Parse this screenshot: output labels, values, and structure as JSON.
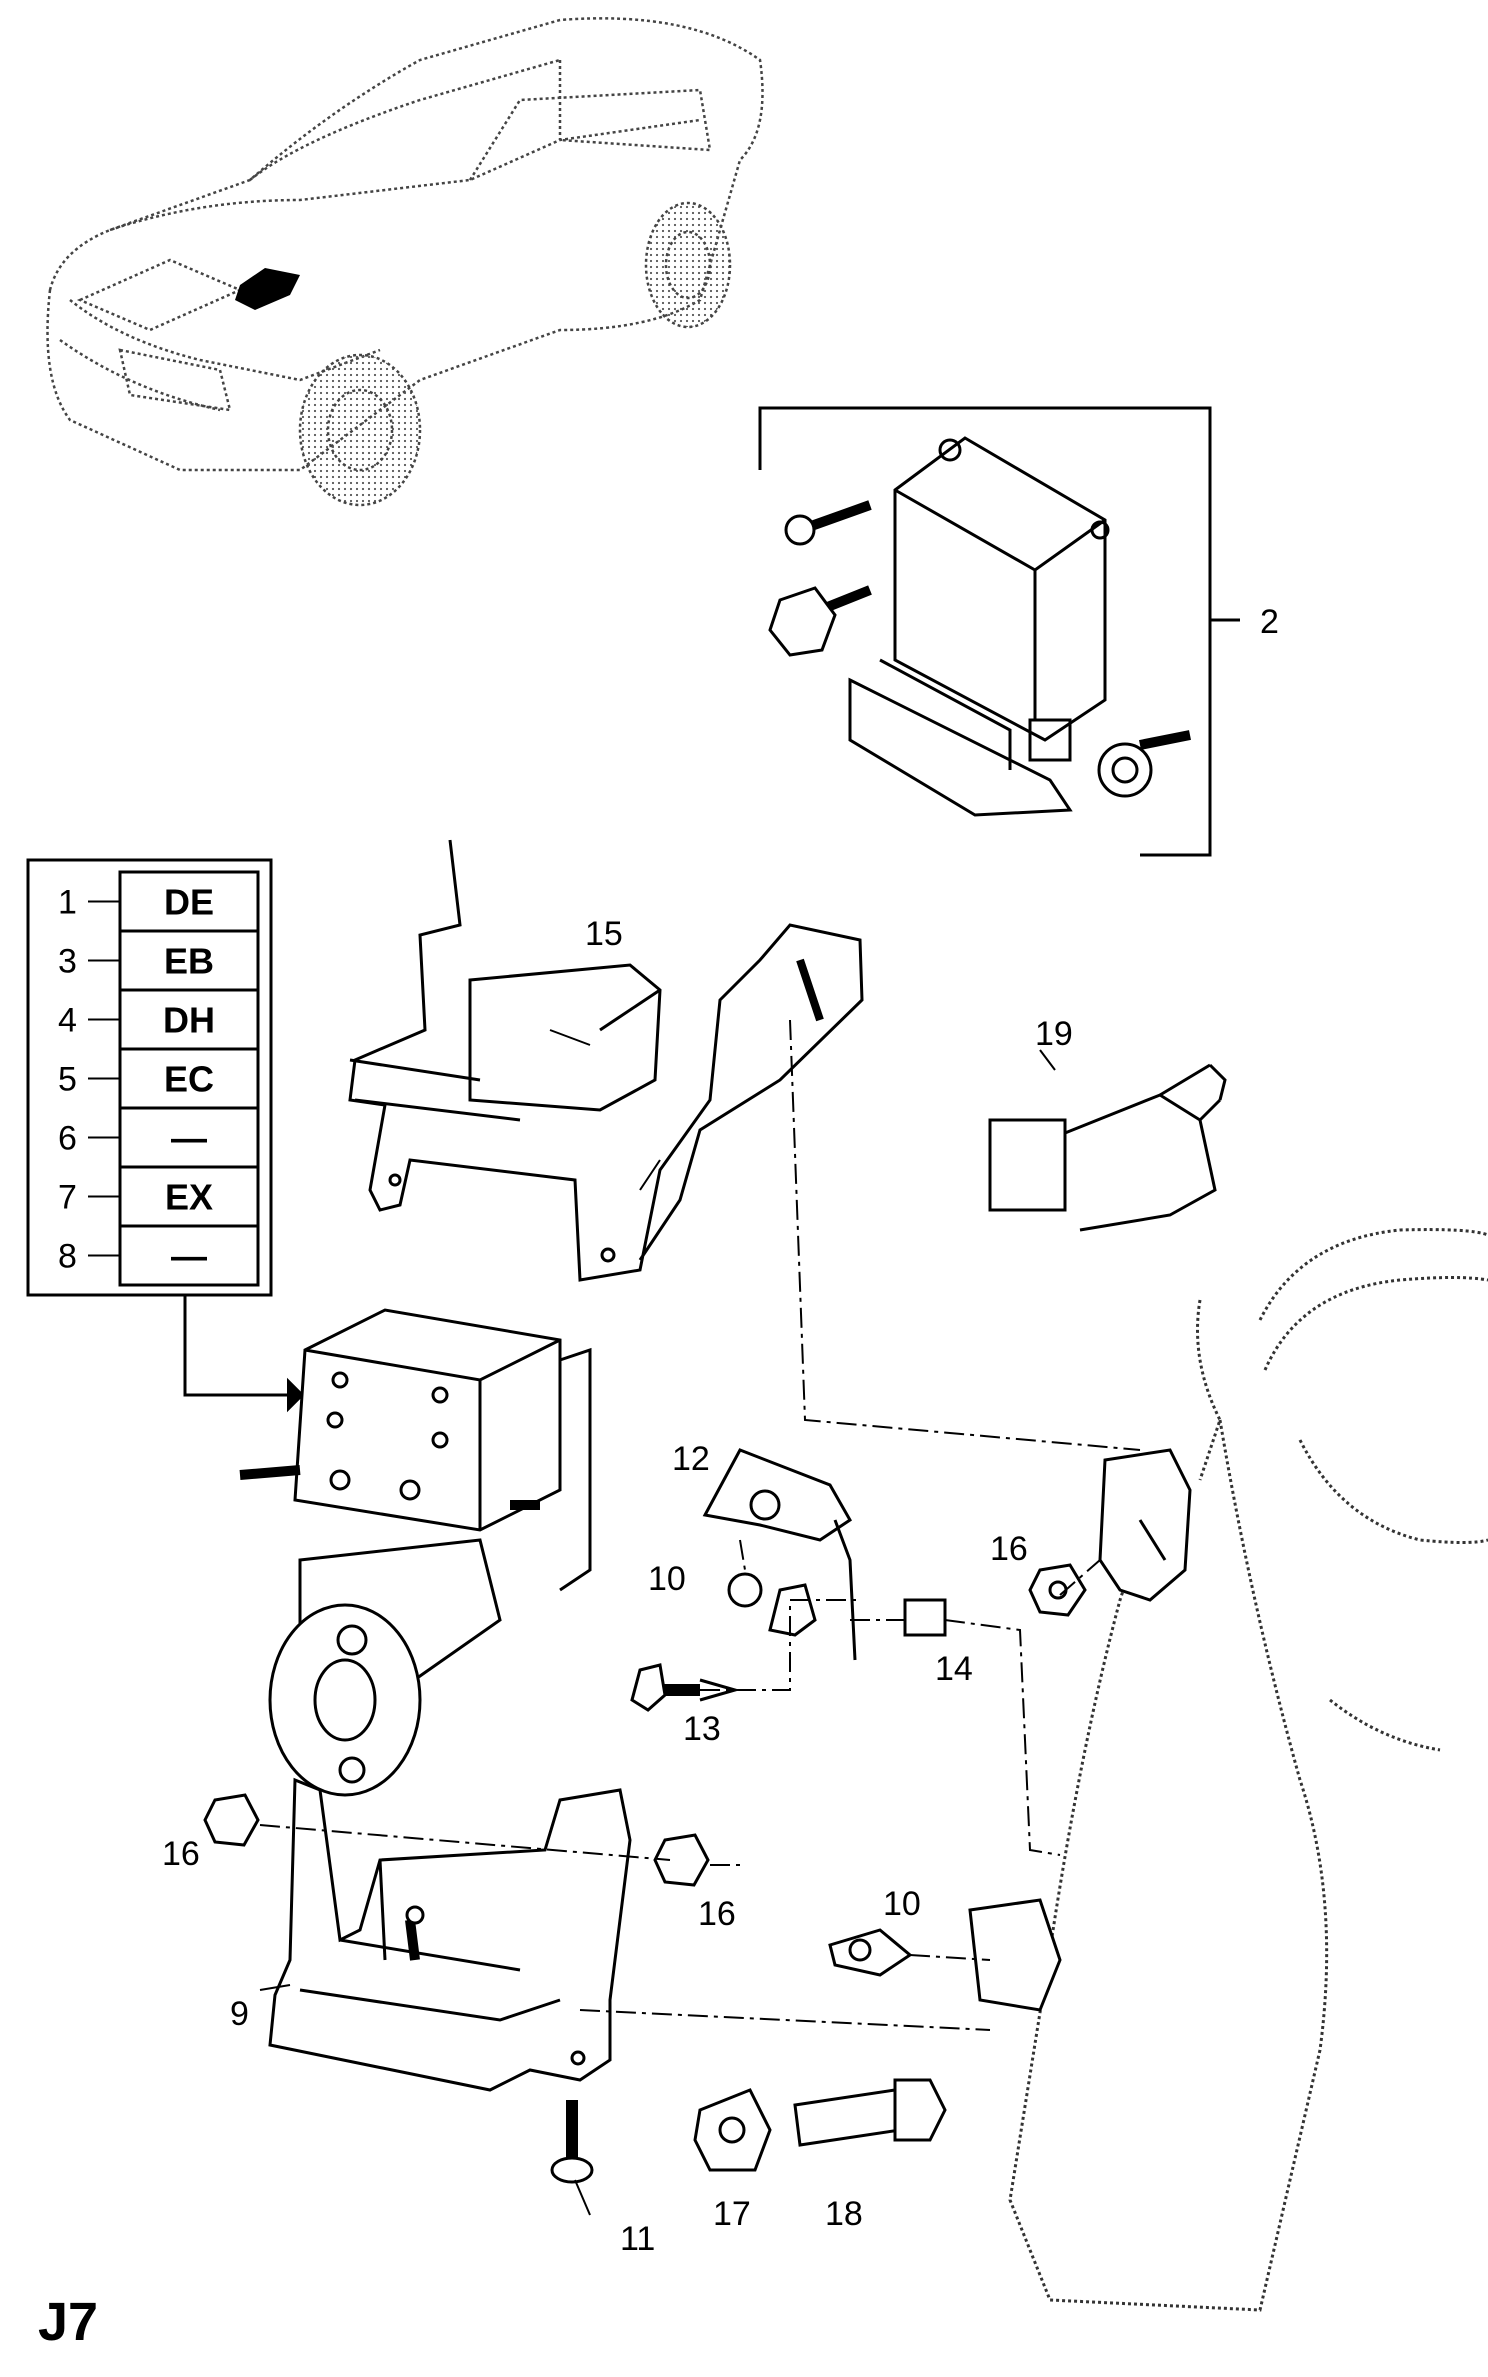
{
  "page_code": "J7",
  "variant_table": [
    {
      "item": "1",
      "code": "DE"
    },
    {
      "item": "3",
      "code": "EB"
    },
    {
      "item": "4",
      "code": "DH"
    },
    {
      "item": "5",
      "code": "EC"
    },
    {
      "item": "6",
      "code": "—"
    },
    {
      "item": "7",
      "code": "EX"
    },
    {
      "item": "8",
      "code": "—"
    }
  ],
  "callouts": {
    "c2": "2",
    "c15": "15",
    "c19": "19",
    "c12": "12",
    "c10a": "10",
    "c16a": "16",
    "c14": "14",
    "c13": "13",
    "c16b": "16",
    "c16c": "16",
    "c10b": "10",
    "c9": "9",
    "c11": "11",
    "c17": "17",
    "c18": "18"
  },
  "colors": {
    "line": "#000000",
    "paper": "#ffffff",
    "stipple": "#555555"
  }
}
